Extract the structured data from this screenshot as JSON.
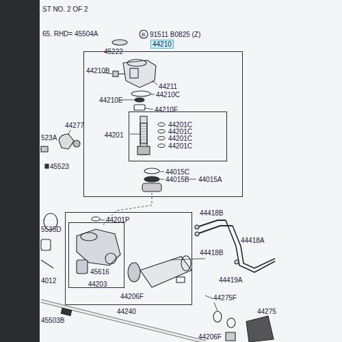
{
  "diagram": {
    "nodes": [
      {
        "text": [
          "44210"
        ]
      },
      {
        "text": [
          "44201"
        ],
        "in": 0
      },
      {
        "text": [
          "44240"
        ]
      },
      {
        "text": [
          "44203"
        ],
        "in": 2
      }
    ],
    "edges": [],
    "labels": [
      "ST NO. 2 OF 2",
      "65. RHD= 45504A",
      "45222",
      "B",
      "91511 B0825 (Z)",
      "44210B",
      "44211",
      "44210C",
      "44210E",
      "44210F",
      "44201C",
      "44201C",
      "44201C",
      "44201C",
      "44015C",
      "44015B",
      "44015A",
      "44277",
      "523A",
      "45523",
      "44201P",
      "44418B",
      "44418A",
      "44418B",
      "5535D",
      "45616",
      "4012",
      "44206F",
      "44419A",
      "44275F",
      "44275",
      "44206F",
      "45503B"
    ]
  }
}
